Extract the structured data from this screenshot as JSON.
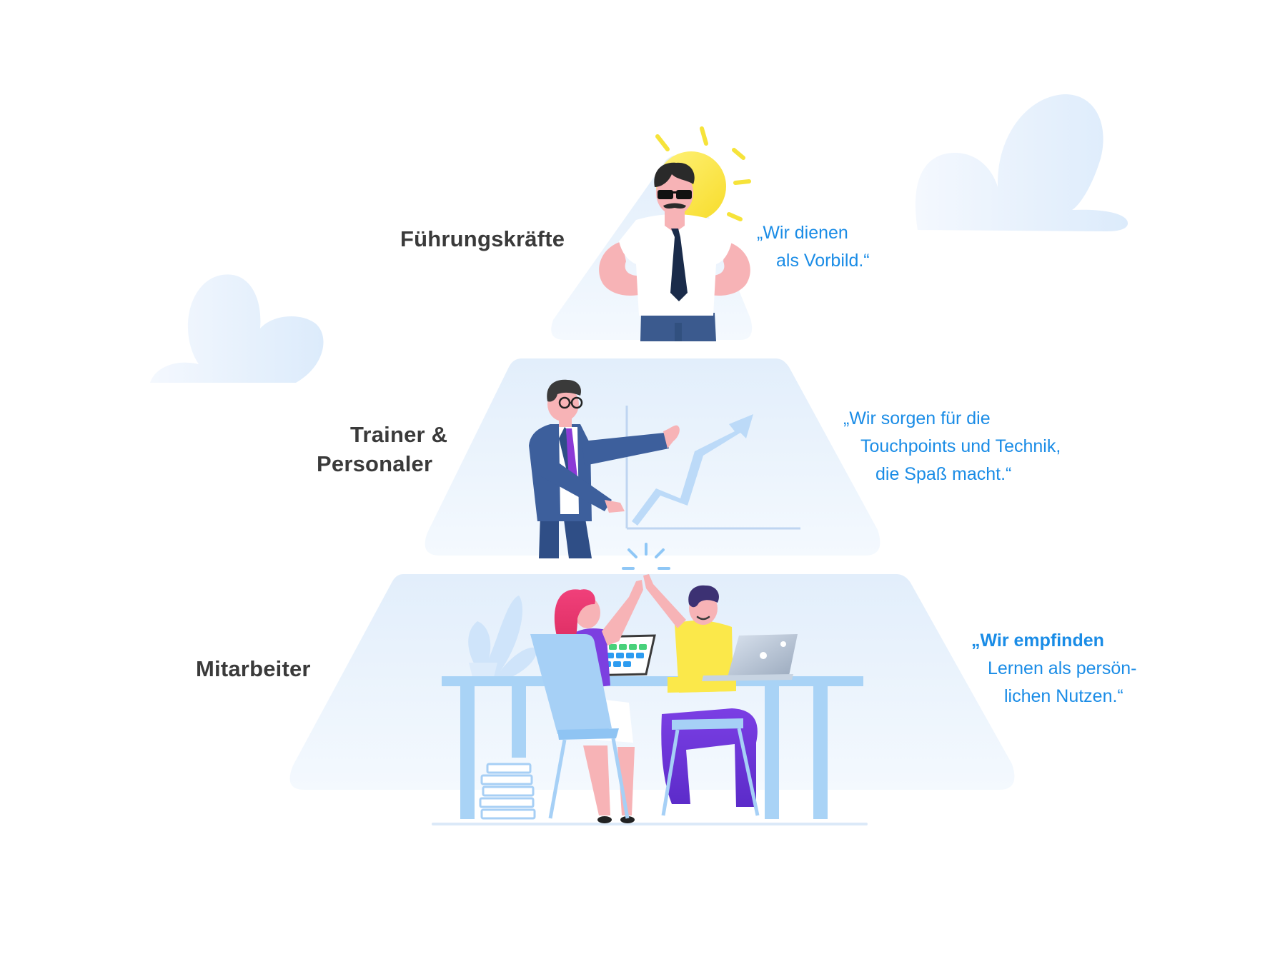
{
  "pyramid": {
    "tiers": [
      {
        "label_lines": [
          "Führungskräfte"
        ],
        "quote_lines": [
          "„Wir dienen",
          "als Vorbild.“"
        ]
      },
      {
        "label_lines": [
          "Trainer &",
          "Personaler"
        ],
        "quote_lines": [
          "„Wir sorgen für die",
          "Touchpoints und Technik,",
          "die Spaß macht.“"
        ]
      },
      {
        "label_lines": [
          "Mitarbeiter"
        ],
        "quote_lines": [
          "„Wir empfinden",
          "Lernen als persön-",
          "lichen Nutzen.“"
        ]
      }
    ]
  },
  "colors": {
    "label": "#3a3a3a",
    "quote": "#1a8ce6",
    "pyramid_fill": "#e6f1fc",
    "cloud": "#e3effc",
    "sun": "#fbe84a"
  },
  "illustrations": {
    "top": "leader-with-sun-icon",
    "middle": "presenter-with-growth-chart-icon",
    "bottom": "colleagues-high-five-at-desk-icon"
  }
}
